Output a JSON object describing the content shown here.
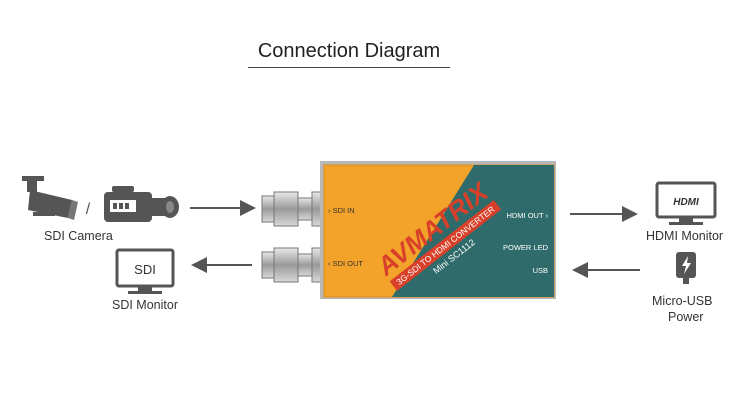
{
  "title": "Connection Diagram",
  "sources": {
    "separator": "/",
    "sdi_camera_label": "SDI Camera",
    "sdi_monitor_label": "SDI Monitor",
    "sdi_monitor_screen_text": "SDI"
  },
  "device": {
    "brand": "AVMATRIX",
    "product_line": "3G-SDI TO HDMI CONVERTER",
    "model": "Mini SC1112",
    "port_sdi_in": "SDI IN",
    "port_sdi_out": "SDI  OUT",
    "port_hdmi_out": "HDMI OUT",
    "power_led": "POWER LED",
    "usb": "USB",
    "colors": {
      "orange": "#f3a329",
      "teal": "#2f6b6a",
      "brand_red": "#d8402a"
    }
  },
  "sinks": {
    "hdmi_monitor_label": "HDMI Monitor",
    "hdmi_logo_text": "HDMI",
    "usb_power_label_line1": "Micro-USB",
    "usb_power_label_line2": "Power"
  }
}
